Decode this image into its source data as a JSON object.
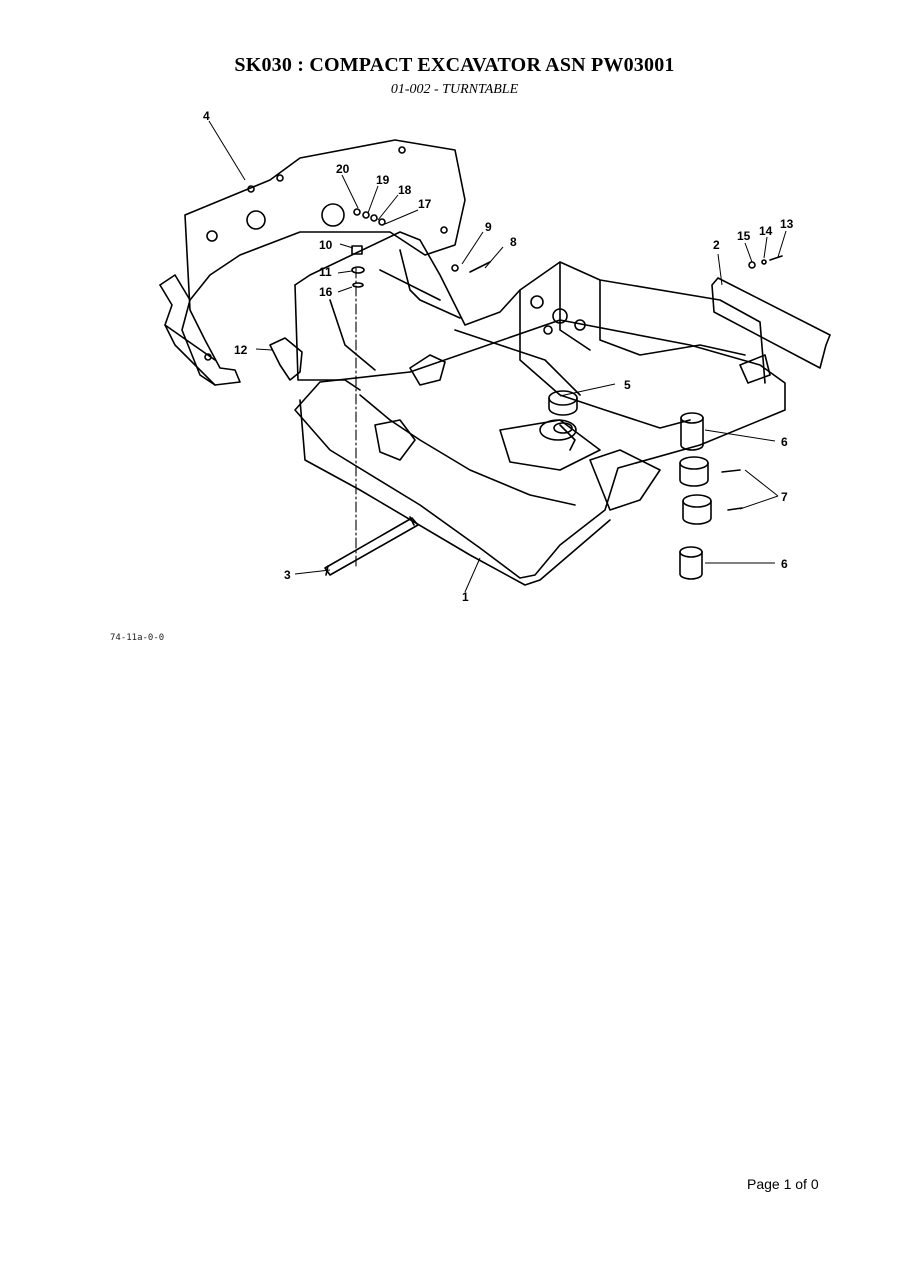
{
  "header": {
    "title": "SK030 : COMPACT EXCAVATOR ASN PW03001",
    "subtitle": "01-002 - TURNTABLE"
  },
  "diagram": {
    "callouts": [
      "1",
      "2",
      "3",
      "4",
      "5",
      "6",
      "6",
      "7",
      "8",
      "9",
      "10",
      "11",
      "12",
      "13",
      "14",
      "15",
      "16",
      "17",
      "18",
      "19",
      "20"
    ]
  },
  "drawing_ref": "74-11a-0-0",
  "footer": {
    "page_label": "Page 1 of 0"
  }
}
